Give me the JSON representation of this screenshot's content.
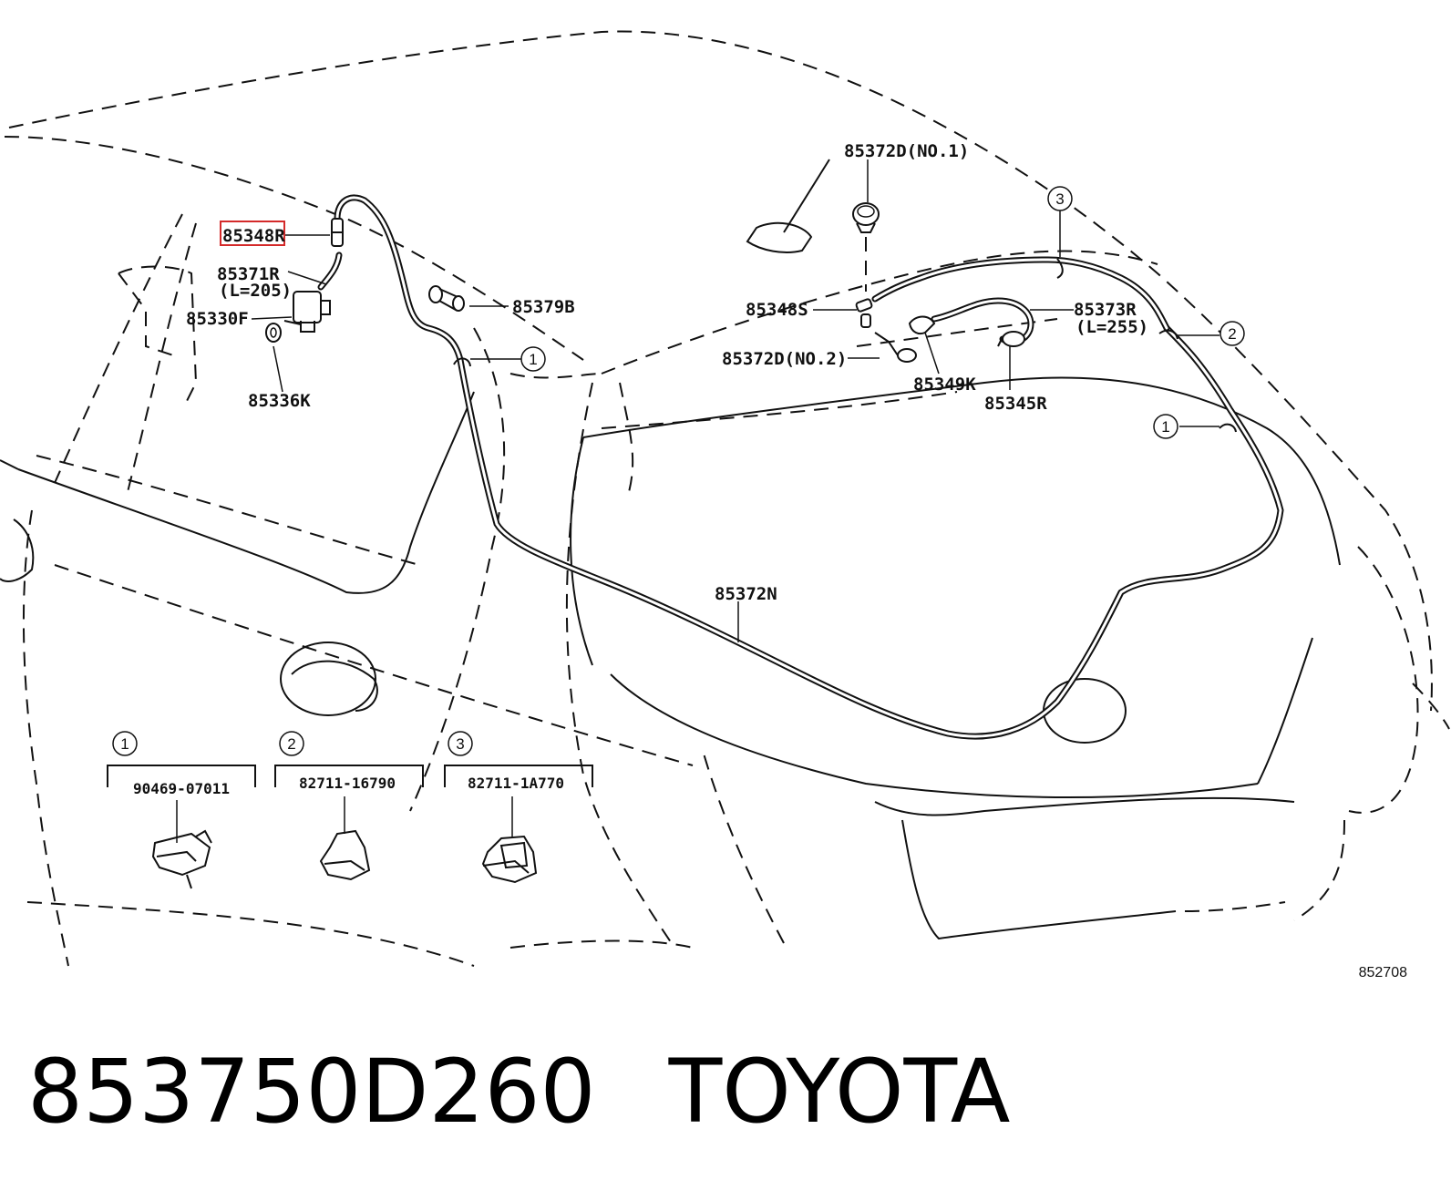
{
  "callouts": {
    "p85348R": "85348R",
    "p85371R": "85371R",
    "p85371R_len": "(L=205)",
    "p85330F": "85330F",
    "p85336K": "85336K",
    "p85379B": "85379B",
    "p85372D_no1": "85372D(NO.1)",
    "p85348S": "85348S",
    "p85373R": "85373R",
    "p85373R_len": "(L=255)",
    "p85372D_no2": "85372D(NO.2)",
    "p85349K": "85349K",
    "p85345R": "85345R",
    "p85372N": "85372N"
  },
  "circle_markers": {
    "m1a": "1",
    "m1b": "1",
    "m2": "2",
    "m3": "3"
  },
  "clips": [
    {
      "ref": "1",
      "part_number": "90469-07011"
    },
    {
      "ref": "2",
      "part_number": "82711-16790"
    },
    {
      "ref": "3",
      "part_number": "82711-1A770"
    }
  ],
  "diagram_code": "852708",
  "highlight_color": "#d42a2a",
  "caption": {
    "part_number": "853750D260",
    "brand": "TOYOTA"
  }
}
